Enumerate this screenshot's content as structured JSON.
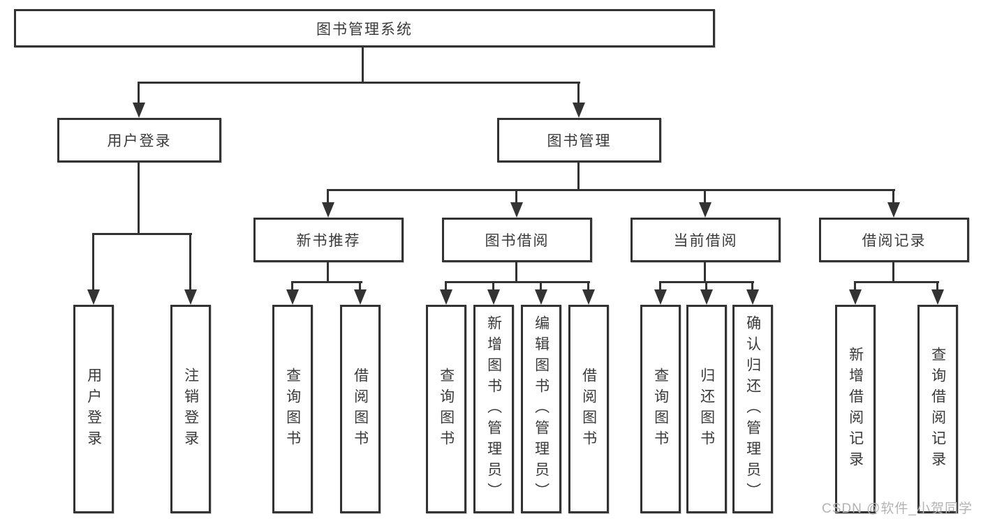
{
  "diagram": {
    "root_label": "图书管理系统",
    "branches": [
      {
        "label": "用户登录",
        "children": [
          "用户登录",
          "注销登录"
        ]
      },
      {
        "label": "图书管理",
        "children": [
          {
            "label": "新书推荐",
            "children": [
              "查询图书",
              "借阅图书"
            ]
          },
          {
            "label": "图书借阅",
            "children": [
              "查询图书",
              "新增图书（管理员）",
              "编辑图书（管理员）",
              "借阅图书"
            ]
          },
          {
            "label": "当前借阅",
            "children": [
              "查询图书",
              "归还图书",
              "确认归还（管理员）"
            ]
          },
          {
            "label": "借阅记录",
            "children": [
              "新增借阅记录",
              "查询借阅记录"
            ]
          }
        ]
      }
    ]
  },
  "watermark": {
    "text": "CSDN @软件_小贺同学"
  },
  "colors": {
    "line": "#333333",
    "text": "#3a3a3a",
    "box_background": "#ffffff",
    "watermark": "#b3b3b3",
    "page_background": "#ffffff"
  }
}
